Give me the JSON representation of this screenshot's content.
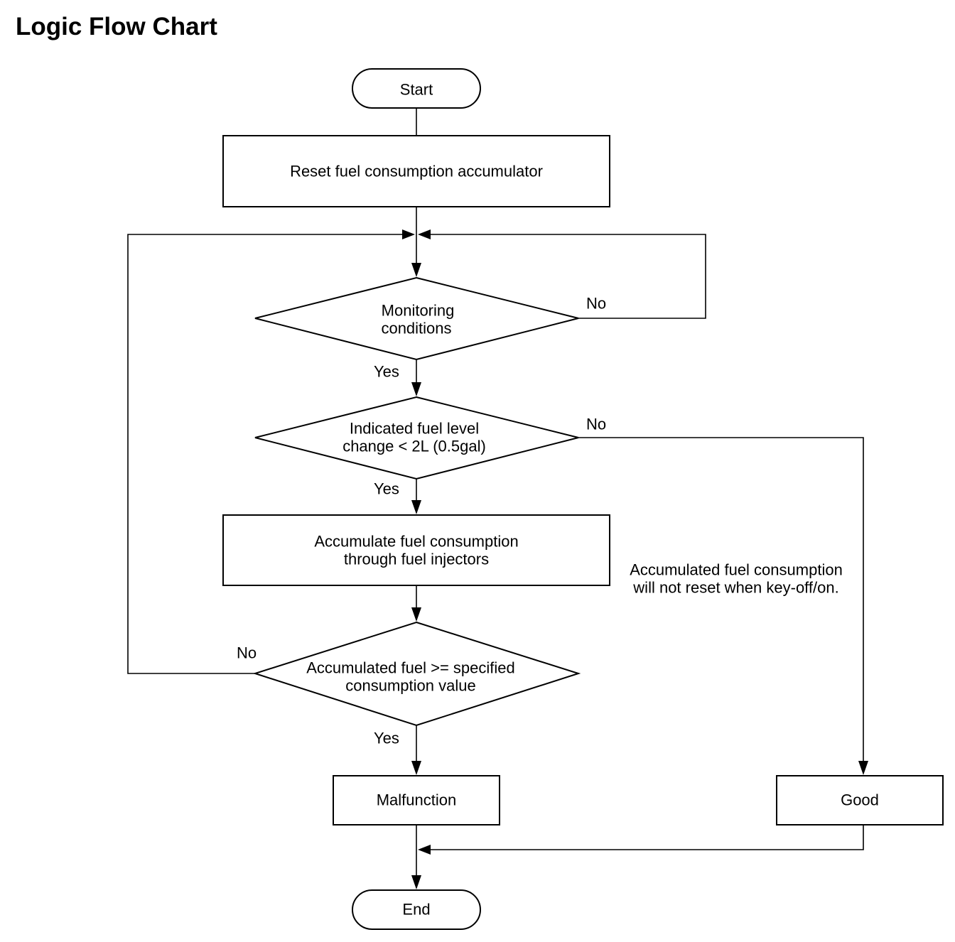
{
  "title": "Logic Flow Chart",
  "nodes": {
    "start": "Start",
    "reset": "Reset fuel consumption accumulator",
    "monitoring": [
      "Monitoring",
      "conditions"
    ],
    "fuel_level": [
      "Indicated fuel level",
      "change < 2L (0.5gal)"
    ],
    "accumulate": [
      "Accumulate fuel consumption",
      "through fuel injectors"
    ],
    "accumulated_check": [
      "Accumulated fuel >= specified",
      "consumption value"
    ],
    "malfunction": "Malfunction",
    "good": "Good",
    "end": "End"
  },
  "edge_labels": {
    "monitoring_no": "No",
    "monitoring_yes": "Yes",
    "fuel_level_no": "No",
    "fuel_level_yes": "Yes",
    "accumulated_no": "No",
    "accumulated_yes": "Yes"
  },
  "note": [
    "Accumulated fuel consumption",
    "will not reset when key-off/on."
  ]
}
